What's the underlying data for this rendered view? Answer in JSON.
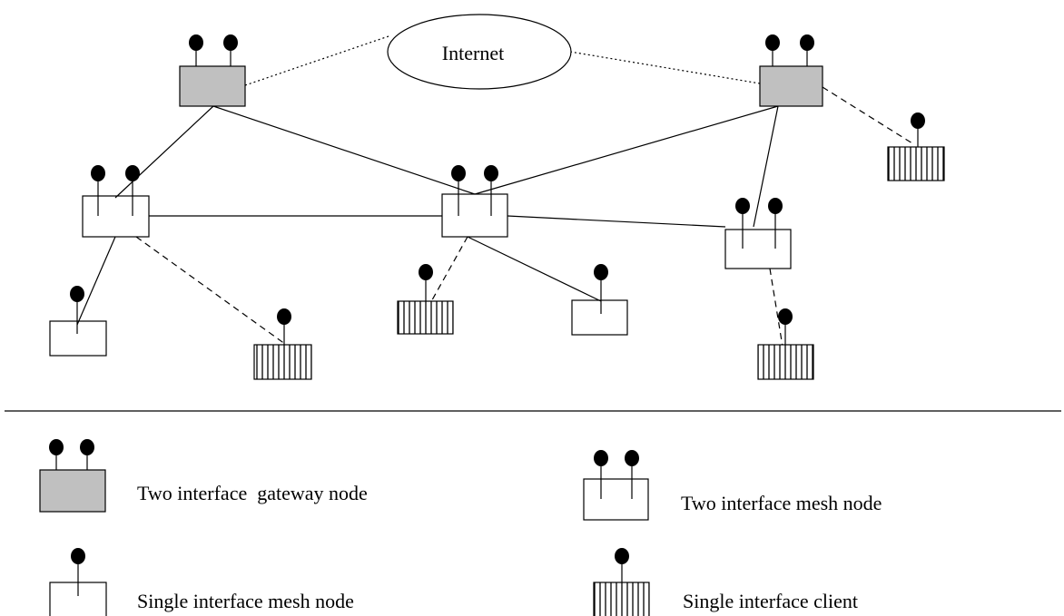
{
  "diagram": {
    "internet_label": "Internet",
    "colors": {
      "gateway_fill": "#c0c0c0",
      "node_fill": "#ffffff",
      "line": "#000000"
    },
    "legend": {
      "gateway": "Two interface  gateway node",
      "mesh_two": "Two interface mesh node",
      "mesh_single": "Single interface mesh node",
      "client": "Single interface client"
    }
  }
}
